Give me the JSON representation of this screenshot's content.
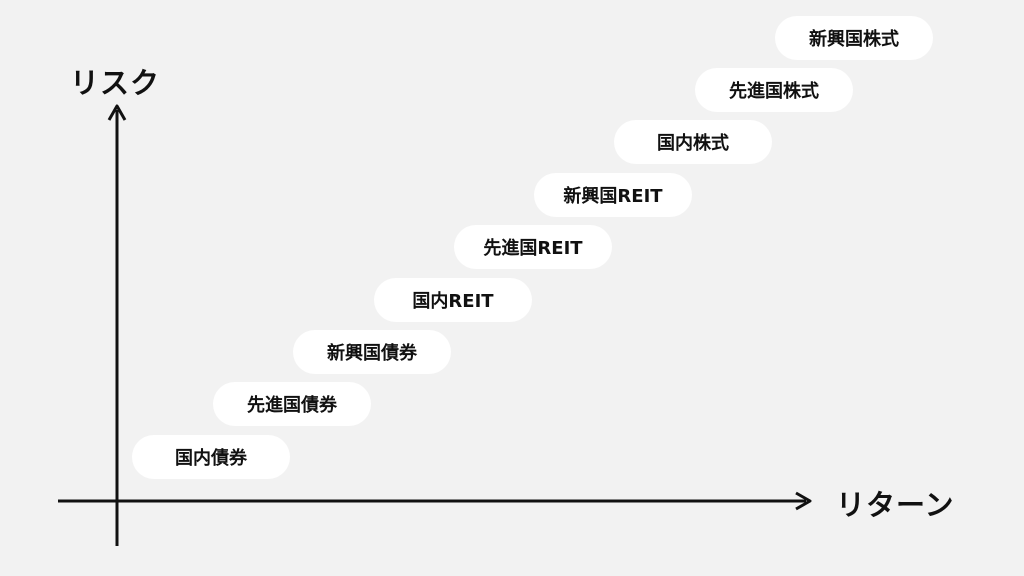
{
  "axes": {
    "y_label": "リスク",
    "x_label": "リターン"
  },
  "assets": [
    {
      "label": "国内債券"
    },
    {
      "label": "先進国債券"
    },
    {
      "label": "新興国債券"
    },
    {
      "label": "国内REIT"
    },
    {
      "label": "先進国REIT"
    },
    {
      "label": "新興国REIT"
    },
    {
      "label": "国内株式"
    },
    {
      "label": "先進国株式"
    },
    {
      "label": "新興国株式"
    }
  ]
}
